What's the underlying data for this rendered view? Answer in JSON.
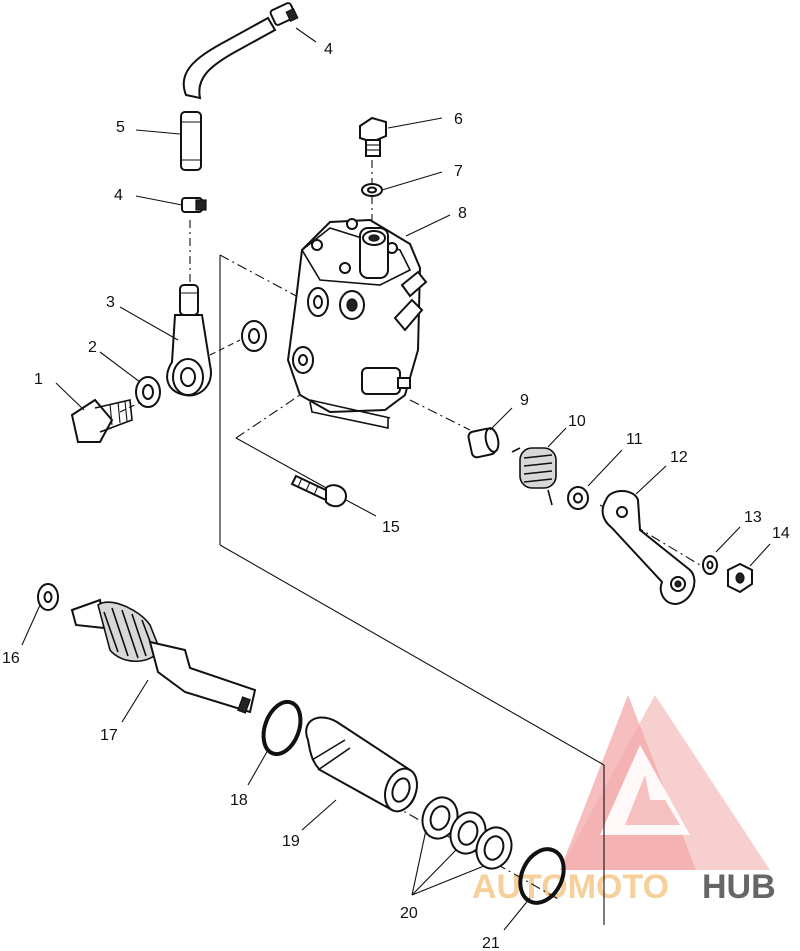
{
  "callouts": [
    "1",
    "2",
    "3",
    "4",
    "5",
    "6",
    "7",
    "8",
    "9",
    "10",
    "11",
    "12",
    "13",
    "14",
    "15",
    "16",
    "17",
    "18",
    "19",
    "20",
    "21"
  ],
  "watermark": {
    "part1": "AUTOMOTO",
    "part2": "HUB",
    "color_primary": "#f0a0a0",
    "color_orange": "#f6cf9a",
    "color_dark": "#555555"
  }
}
